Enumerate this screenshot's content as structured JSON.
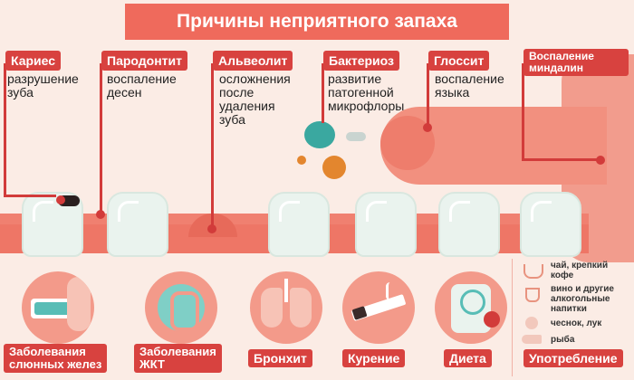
{
  "title": "Причины неприятного запаха",
  "causes": [
    {
      "label": "Кариес",
      "desc": [
        "разрушение",
        "зуба"
      ]
    },
    {
      "label": "Пародонтит",
      "desc": [
        "воспаление",
        "десен"
      ]
    },
    {
      "label": "Альвеолит",
      "desc": [
        "осложнения",
        "после",
        "удаления",
        "зуба"
      ]
    },
    {
      "label": "Бактериоз",
      "desc": [
        "развитие",
        "патогенной",
        "микрофлоры"
      ]
    },
    {
      "label": "Глоссит",
      "desc": [
        "воспаление",
        "языка"
      ]
    },
    {
      "label": "Воспаление миндалин",
      "desc": []
    }
  ],
  "bottom_causes": [
    {
      "label": "Заболевания\nслюнных желез",
      "icon": "salivary-gland-icon"
    },
    {
      "label": "Заболевания\nЖКТ",
      "icon": "digestive-tract-icon"
    },
    {
      "label": "Бронхит",
      "icon": "lungs-icon"
    },
    {
      "label": "Курение",
      "icon": "cigarette-icon"
    },
    {
      "label": "Диета",
      "icon": "scale-icon"
    },
    {
      "label": "Употребление",
      "icon": "consumption-icon"
    }
  ],
  "consumption": [
    {
      "text": "чай, крепкий кофе",
      "icon": "cup-icon"
    },
    {
      "text": "вино и другие алкогольные напитки",
      "icon": "wine-glass-icon"
    },
    {
      "text": "чеснок, лук",
      "icon": "garlic-icon"
    },
    {
      "text": "рыба",
      "icon": "fish-icon"
    }
  ],
  "colors": {
    "accent": "#d8423f",
    "title_bg": "#ef6a5c",
    "background": "#fbece5",
    "gum": "#f08070",
    "tooth": "#eaf3ee"
  }
}
